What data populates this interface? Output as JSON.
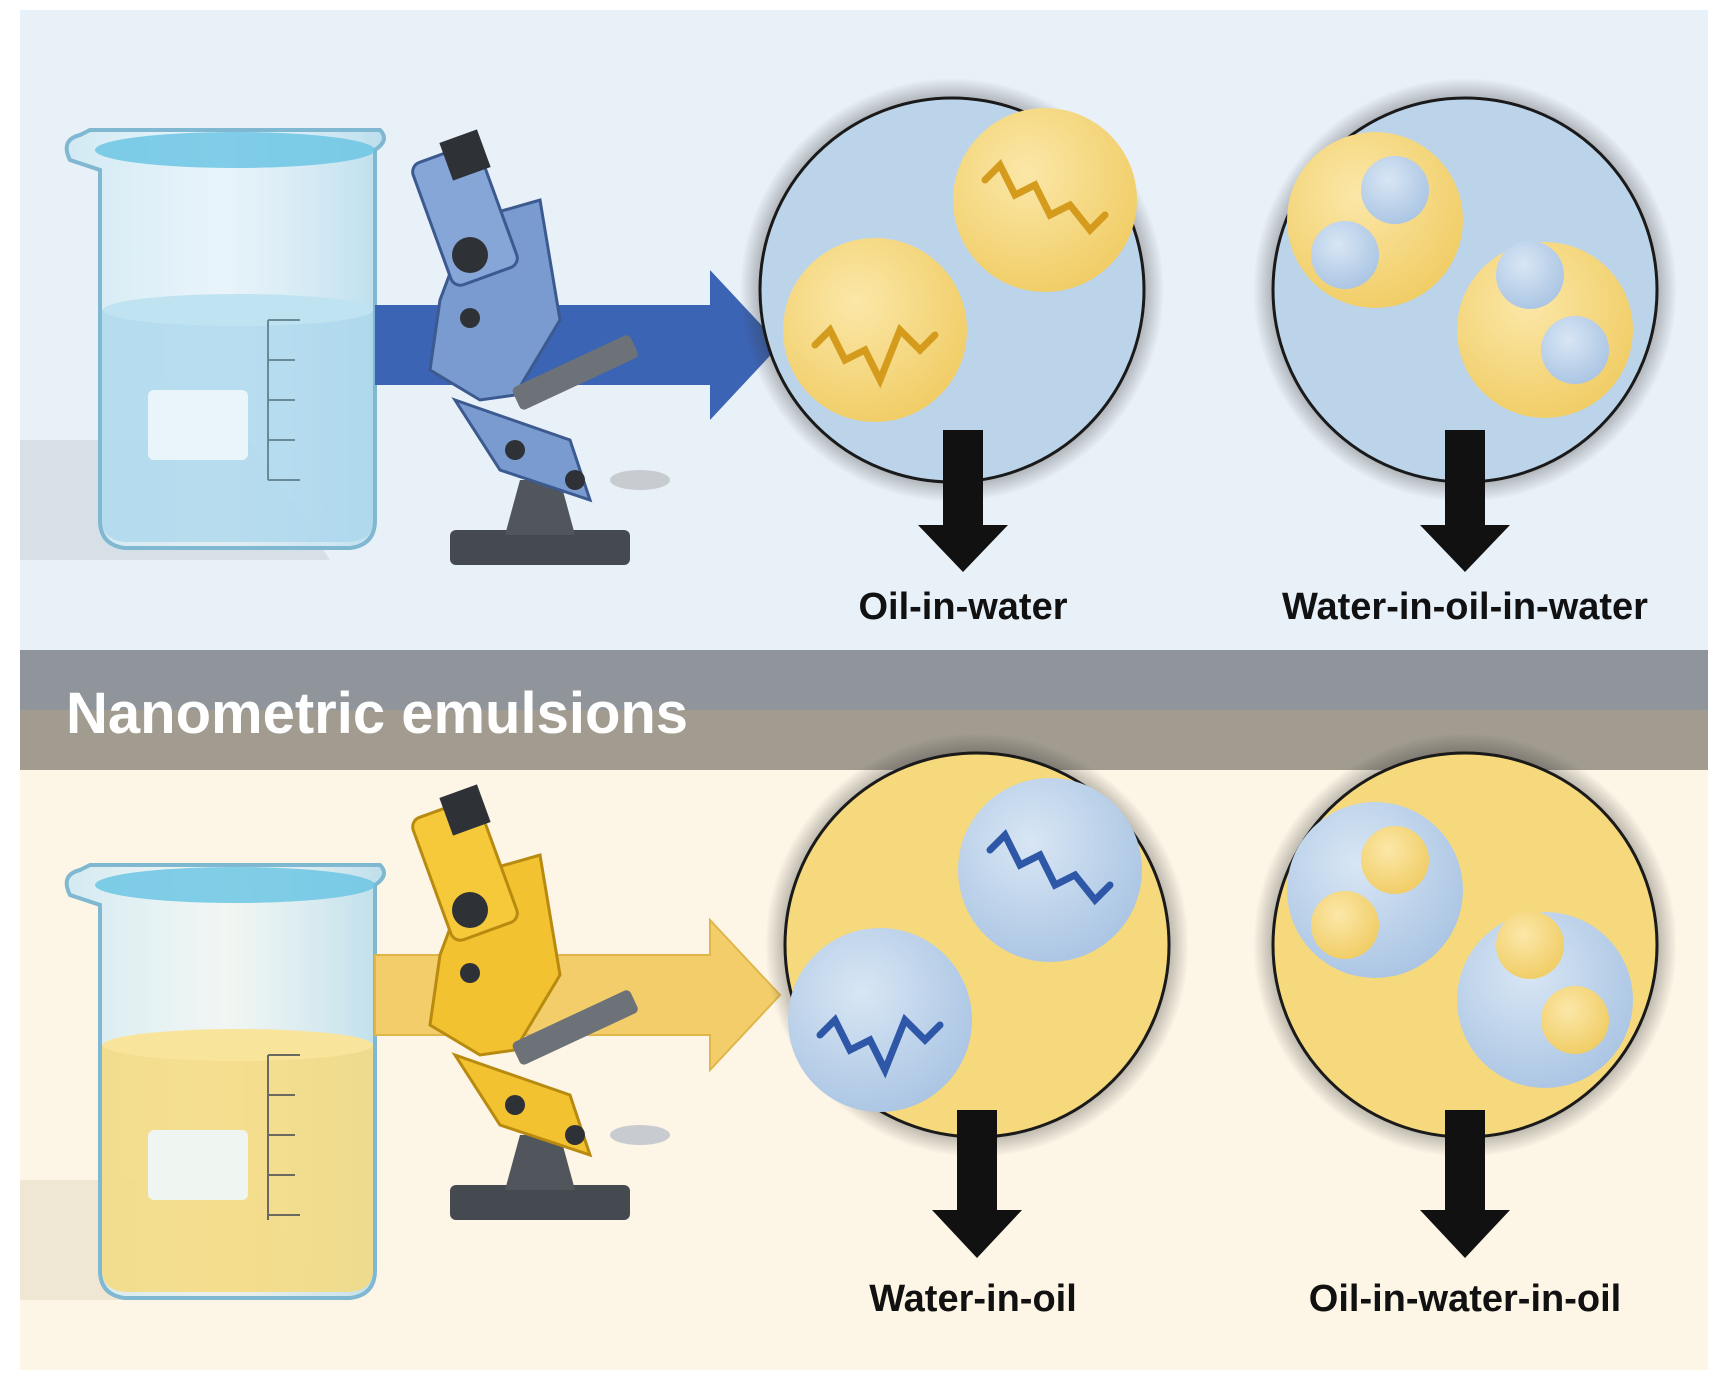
{
  "title": "Nanometric emulsions",
  "colors": {
    "water_panel": "#e8f0f8",
    "oil_panel": "#fdf5e6",
    "band_top": "#8f959a",
    "band_bottom": "#a29c90",
    "water": "#bcd4ea",
    "oil": "#f6d97c",
    "blue_arrow": "#3c64b4",
    "yellow_arrow": "#f2cd6a",
    "blue_molecule": "#2f57a8",
    "orange_molecule": "#d49b1c"
  },
  "top_row": {
    "arrow_color": "blue",
    "labels": {
      "left": "Oil-in-water",
      "right": "Water-in-oil-in-water"
    }
  },
  "bottom_row": {
    "arrow_color": "yellow",
    "labels": {
      "left": "Water-in-oil",
      "right": "Oil-in-water-in-oil"
    }
  }
}
